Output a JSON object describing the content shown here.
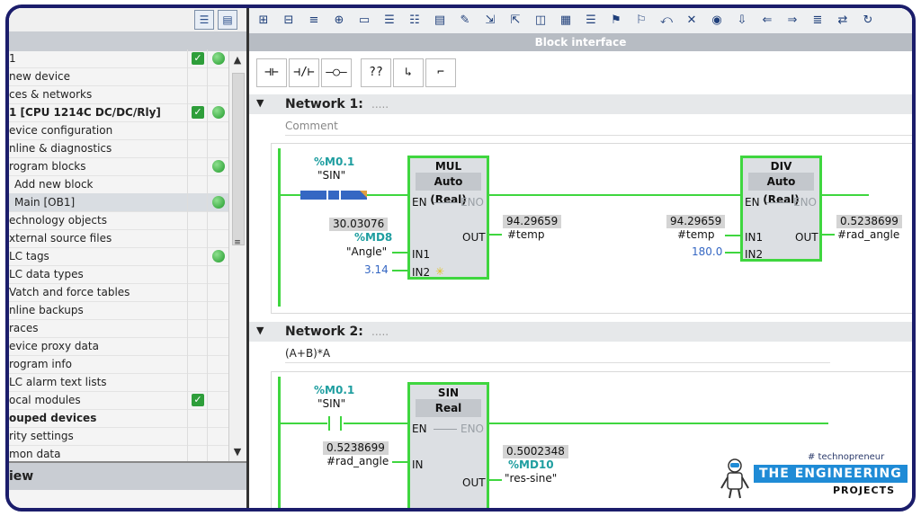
{
  "project_tree": {
    "rows": [
      {
        "label": "1",
        "check": true,
        "dot": true,
        "bold": false
      },
      {
        "label": "new device",
        "check": false,
        "dot": false,
        "bold": false
      },
      {
        "label": "ces & networks",
        "check": false,
        "dot": false,
        "bold": false
      },
      {
        "label": "1 [CPU 1214C DC/DC/Rly]",
        "check": true,
        "dot": true,
        "bold": true
      },
      {
        "label": "evice configuration",
        "check": false,
        "dot": false,
        "bold": false
      },
      {
        "label": "nline & diagnostics",
        "check": false,
        "dot": false,
        "bold": false
      },
      {
        "label": "rogram blocks",
        "check": false,
        "dot": true,
        "bold": false
      },
      {
        "label": "Add new block",
        "check": false,
        "dot": false,
        "bold": false
      },
      {
        "label": "Main [OB1]",
        "check": false,
        "dot": true,
        "bold": false
      },
      {
        "label": "echnology objects",
        "check": false,
        "dot": false,
        "bold": false
      },
      {
        "label": "xternal source files",
        "check": false,
        "dot": false,
        "bold": false
      },
      {
        "label": "LC tags",
        "check": false,
        "dot": true,
        "bold": false
      },
      {
        "label": "LC data types",
        "check": false,
        "dot": false,
        "bold": false
      },
      {
        "label": "Vatch and force tables",
        "check": false,
        "dot": false,
        "bold": false
      },
      {
        "label": "nline backups",
        "check": false,
        "dot": false,
        "bold": false
      },
      {
        "label": "races",
        "check": false,
        "dot": false,
        "bold": false
      },
      {
        "label": "evice proxy data",
        "check": false,
        "dot": false,
        "bold": false
      },
      {
        "label": "rogram info",
        "check": false,
        "dot": false,
        "bold": false
      },
      {
        "label": "LC alarm text lists",
        "check": false,
        "dot": false,
        "bold": false
      },
      {
        "label": "ocal modules",
        "check": true,
        "dot": false,
        "bold": false
      },
      {
        "label": "ouped devices",
        "check": false,
        "dot": false,
        "bold": true
      },
      {
        "label": "rity settings",
        "check": false,
        "dot": false,
        "bold": false
      },
      {
        "label": "mon data",
        "check": false,
        "dot": false,
        "bold": false
      }
    ],
    "footer": "iew"
  },
  "block_interface_label": "Block interface",
  "networks": [
    {
      "title": "Network 1:",
      "comment": "Comment",
      "contact": {
        "address": "%M0.1",
        "symbol": "\"SIN\""
      },
      "mul": {
        "name": "MUL",
        "type": "Auto (Real)",
        "en": "EN",
        "eno": "ENO",
        "in1": "IN1",
        "in2": "IN2",
        "out": "OUT",
        "in1_value": "30.03076",
        "in1_address": "%MD8",
        "in1_symbol": "\"Angle\"",
        "in2_value": "3.14",
        "out_value": "94.29659",
        "out_symbol": "#temp"
      },
      "div": {
        "name": "DIV",
        "type": "Auto (Real)",
        "en": "EN",
        "eno": "ENO",
        "in1": "IN1",
        "in2": "IN2",
        "out": "OUT",
        "in1_value": "94.29659",
        "in1_symbol": "#temp",
        "in2_value": "180.0",
        "out_value": "0.5238699",
        "out_symbol": "#rad_angle"
      }
    },
    {
      "title": "Network 2:",
      "comment": "(A+B)*A",
      "contact": {
        "address": "%M0.1",
        "symbol": "\"SIN\""
      },
      "sin": {
        "name": "SIN",
        "type": "Real",
        "en": "EN",
        "eno": "ENO",
        "in": "IN",
        "out": "OUT",
        "in_value": "0.5238699",
        "in_symbol": "#rad_angle",
        "out_value": "0.5002348",
        "out_address": "%MD10",
        "out_symbol": "\"res-sine\""
      }
    }
  ],
  "logo": {
    "tag": "# technopreneur",
    "brand": "THE ENGINEERING",
    "sub": "PROJECTS"
  },
  "colors": {
    "wire": "#3fd63f",
    "frame": "#1b1d6b",
    "address": "#1f9ea0",
    "constant": "#3567c3"
  }
}
